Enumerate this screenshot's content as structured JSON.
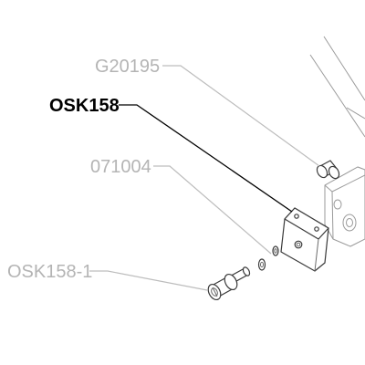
{
  "diagram": {
    "callouts": [
      {
        "id": "g20195",
        "text": "G20195",
        "active": false
      },
      {
        "id": "osk158",
        "text": "OSK158",
        "active": true
      },
      {
        "id": "071004",
        "text": "071004",
        "active": false
      },
      {
        "id": "osk158-1",
        "text": "OSK158-1",
        "active": false
      }
    ]
  }
}
